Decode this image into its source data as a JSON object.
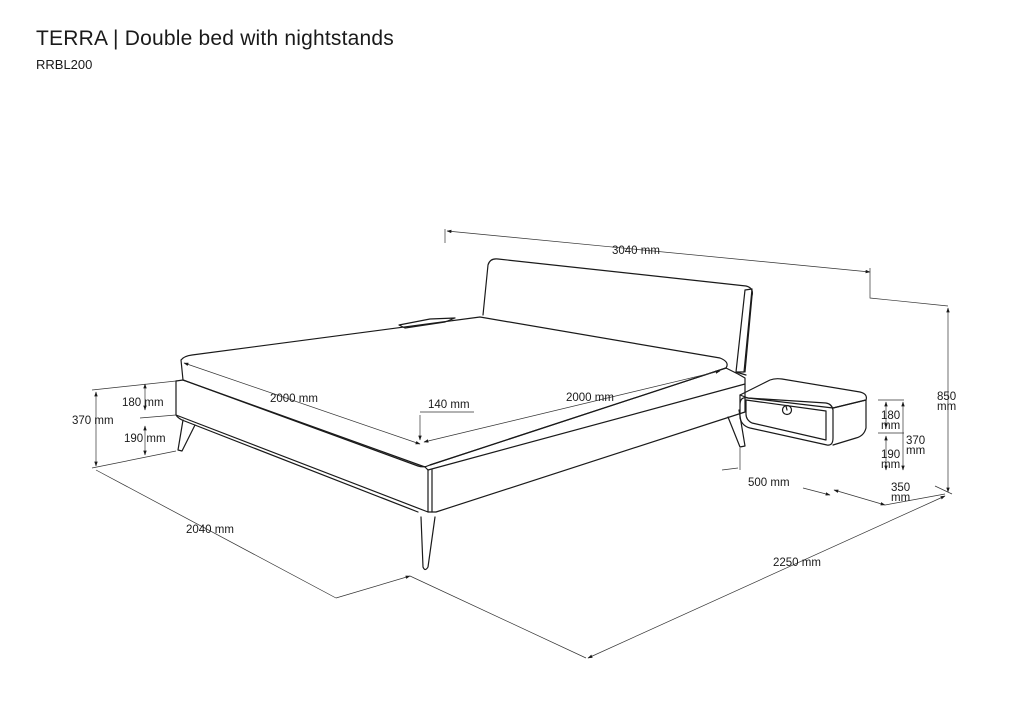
{
  "header": {
    "title": "TERRA | Double bed with nightstands",
    "code": "RRBL200"
  },
  "dimensions": {
    "total_width": "3040 mm",
    "bed_height": "850 mm",
    "mattress_length_left": "2000 mm",
    "mattress_width_right": "2000 mm",
    "frame_gap": "140 mm",
    "bed_upper_height": "180 mm",
    "bed_total_height": "370 mm",
    "bed_leg_height": "190 mm",
    "bed_length": "2040 mm",
    "bed_width": "2250 mm",
    "nightstand_width": "500 mm",
    "nightstand_upper_line1": "180",
    "nightstand_upper_line2": "mm",
    "nightstand_total_line1": "370",
    "nightstand_total_line2": "mm",
    "nightstand_leg_line1": "190",
    "nightstand_leg_line2": "mm",
    "nightstand_depth_line1": "350",
    "nightstand_depth_line2": "mm",
    "height_line1": "850",
    "height_line2": "mm"
  }
}
